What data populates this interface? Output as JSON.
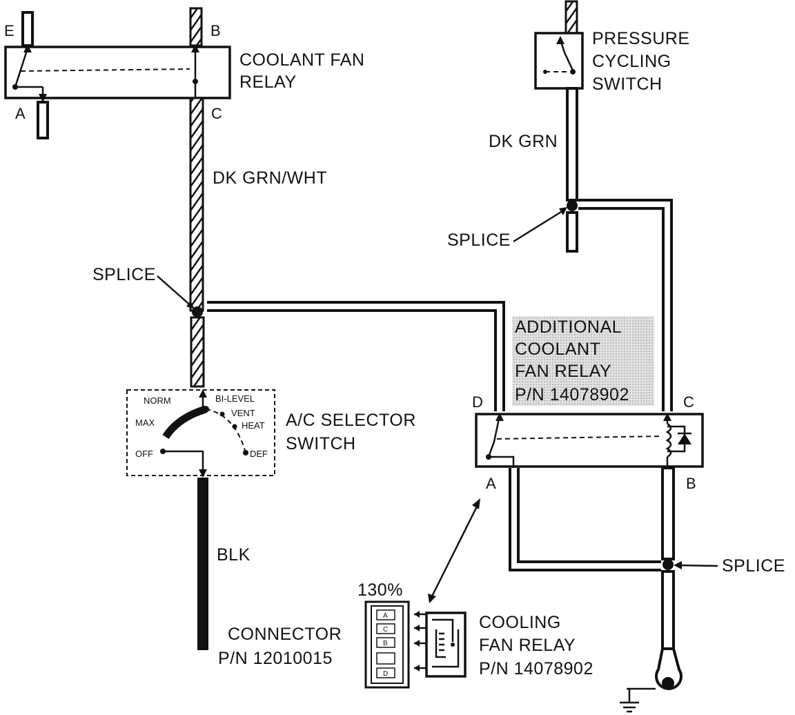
{
  "labels": {
    "coolant_fan_relay": [
      "COOLANT FAN",
      "RELAY"
    ],
    "pressure_cycling_switch": [
      "PRESSURE",
      "CYCLING",
      "SWITCH"
    ],
    "dk_grn_wht": "DK GRN/WHT",
    "dk_grn": "DK GRN",
    "splice_left": "SPLICE",
    "splice_right_top": "SPLICE",
    "splice_right_bottom": "SPLICE",
    "additional_relay": [
      "ADDITIONAL",
      "COOLANT",
      "FAN RELAY",
      "P/N 14078902"
    ],
    "ac_selector_switch": [
      "A/C SELECTOR",
      "SWITCH"
    ],
    "blk": "BLK",
    "scale": "130%",
    "connector": [
      "CONNECTOR",
      "P/N 12010015"
    ],
    "cooling_fan_relay": [
      "COOLING",
      "FAN RELAY",
      "P/N 14078902"
    ]
  },
  "pins": {
    "left_relay": {
      "e": "E",
      "b": "B",
      "a": "A",
      "c": "C"
    },
    "right_relay": {
      "d": "D",
      "c": "C",
      "a": "A",
      "b": "B"
    }
  },
  "switch_positions": {
    "norm": "NORM",
    "bi_level": "BI-LEVEL",
    "max": "MAX",
    "vent": "VENT",
    "heat": "HEAT",
    "off": "OFF",
    "def": "DEF"
  },
  "connector_cavities": [
    "A",
    "C",
    "B",
    "",
    "D"
  ],
  "colors": {
    "ink": "#111111",
    "paper": "#ffffff",
    "highlight": "#cfcfcf"
  }
}
